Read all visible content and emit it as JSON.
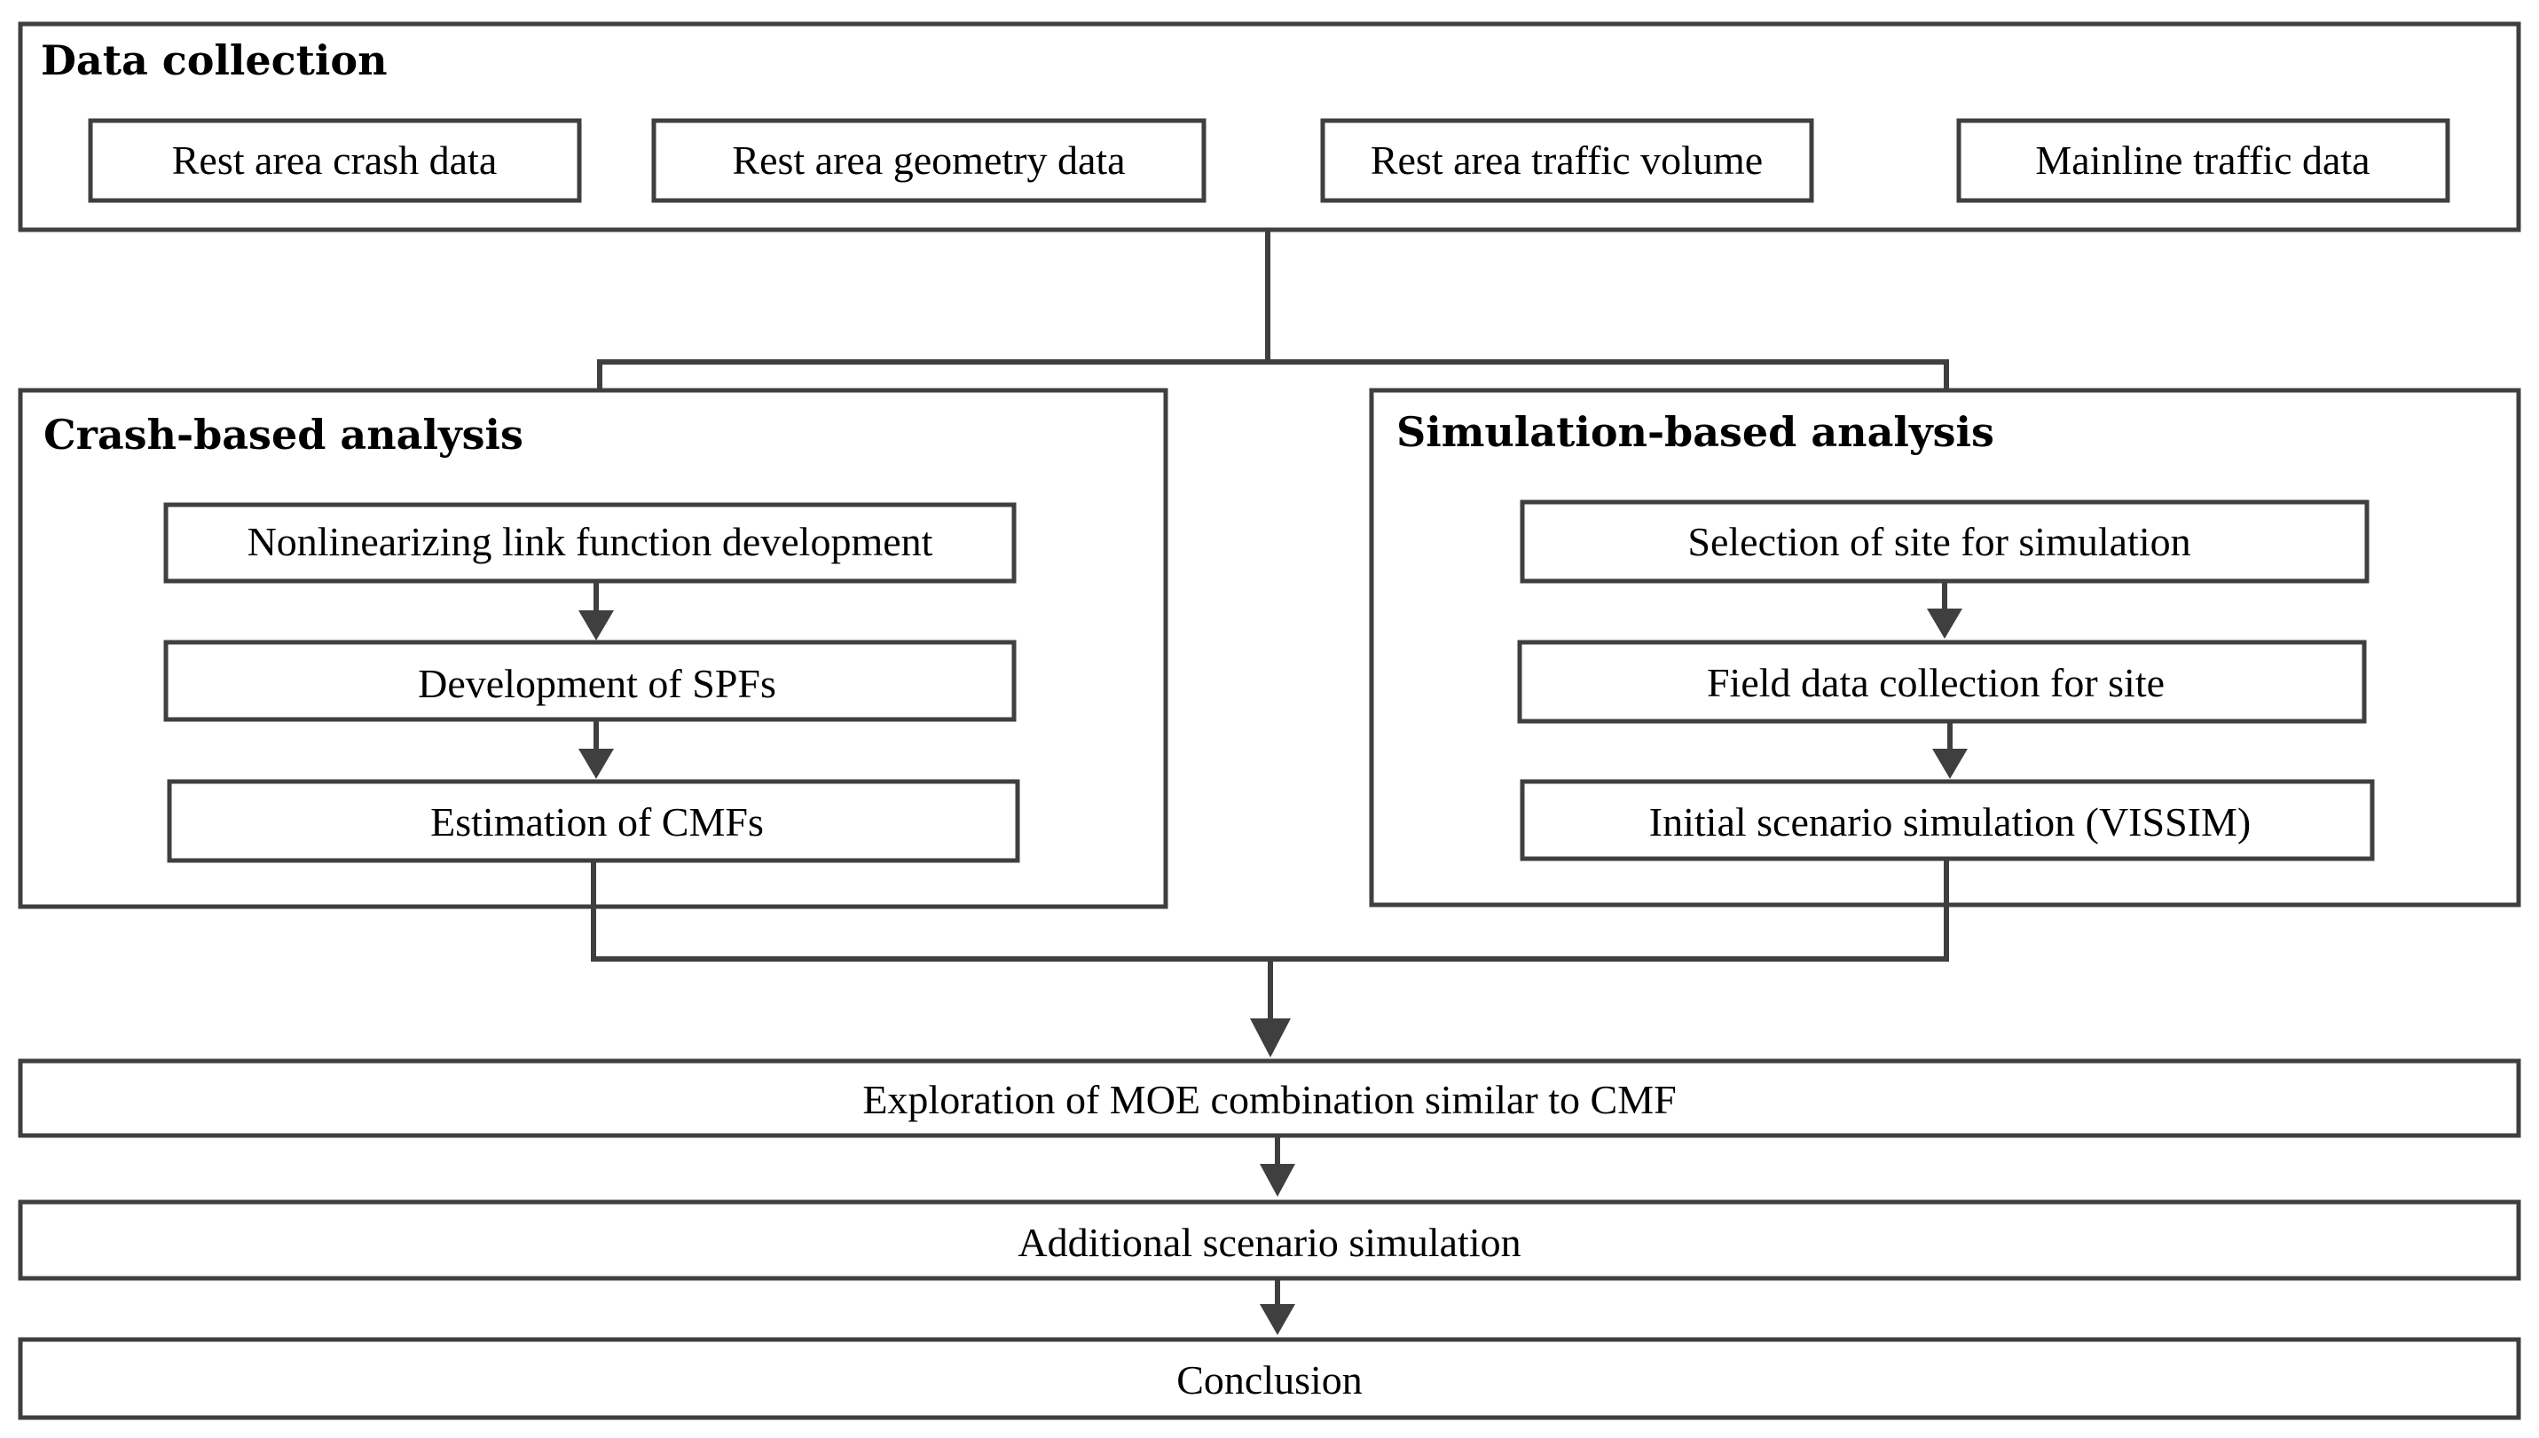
{
  "groups": {
    "data_collection": {
      "title": "Data collection",
      "items": [
        "Rest area crash data",
        "Rest area geometry data",
        "Rest area traffic volume",
        "Mainline traffic data"
      ]
    },
    "crash_analysis": {
      "title": "Crash-based analysis",
      "steps": [
        "Nonlinearizing link function development",
        "Development of SPFs",
        "Estimation of CMFs"
      ]
    },
    "simulation_analysis": {
      "title": "Simulation-based analysis",
      "steps": [
        "Selection of site for simulation",
        "Field data collection for site",
        "Initial scenario simulation (VISSIM)"
      ]
    }
  },
  "final_steps": [
    "Exploration of MOE combination similar to CMF",
    "Additional scenario simulation",
    "Conclusion"
  ],
  "colors": {
    "stroke": "#3f3f3f",
    "text": "#000000",
    "background": "#ffffff"
  }
}
